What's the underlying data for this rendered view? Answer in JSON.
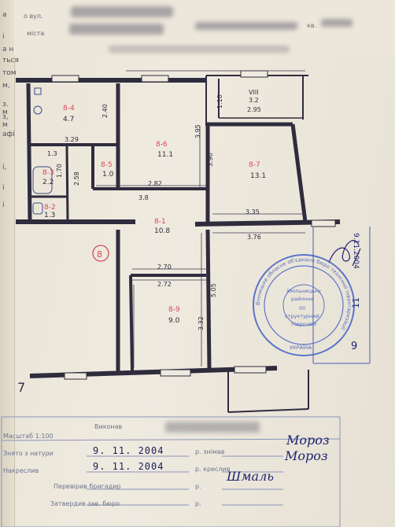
{
  "document": {
    "side_chars": [
      "а",
      "і",
      "а н",
      "ться",
      "том",
      "м,",
      "з. м",
      "з, м",
      "афі",
      "і,",
      "і",
      "і"
    ],
    "header": {
      "line1_prefix": "о вул.",
      "line2_prefix": "міста",
      "apt_prefix": "кв."
    }
  },
  "plan": {
    "rooms": [
      {
        "id": "8-4",
        "area": "4.7"
      },
      {
        "id": "8-6",
        "area": "11.1"
      },
      {
        "id": "8-7",
        "area": "13.1"
      },
      {
        "id": "8-3",
        "area": "2.2"
      },
      {
        "id": "8-5",
        "area": "1.0"
      },
      {
        "id": "8-2",
        "area": "1.3"
      },
      {
        "id": "8-1",
        "area": "10.8"
      },
      {
        "id": "8-9",
        "area": "9.0"
      },
      {
        "id": "VIII",
        "area": "3.2"
      }
    ],
    "dimensions": [
      {
        "text": "2.40"
      },
      {
        "text": "3.29"
      },
      {
        "text": "3.95"
      },
      {
        "text": "3.90"
      },
      {
        "text": "1.3"
      },
      {
        "text": "1.70"
      },
      {
        "text": "2.58"
      },
      {
        "text": "2.82"
      },
      {
        "text": "3.8"
      },
      {
        "text": "3.35"
      },
      {
        "text": "3.76"
      },
      {
        "text": "2.70"
      },
      {
        "text": "2.72"
      },
      {
        "text": "5.05"
      },
      {
        "text": "3.32"
      },
      {
        "text": "1.10"
      },
      {
        "text": "2.95"
      }
    ],
    "circle_label": "8",
    "bottom_mark": "7"
  },
  "stamp": {
    "ring_text": "Вінницьке обласне об'єднане бюро технічної інвентаризації",
    "inner_text": [
      "Хмільницьке",
      "районне",
      "структурний",
      "підрозділ"
    ],
    "country": "УКРАЇНА",
    "number": "00"
  },
  "signature_block": {
    "date_label": "9.11.2004",
    "mark_9": "9",
    "mark_11": "11"
  },
  "form": {
    "scale": "Масштаб 1:100",
    "rows": [
      {
        "label": "Знято з натури",
        "date": "9. 11. 2004",
        "right_label": "р. знімав",
        "sign": "Мороз"
      },
      {
        "label": "Накреслив",
        "date": "9. 11. 2004",
        "right_label": "р. креслив",
        "sign": "Мороз"
      },
      {
        "label": "Перевірив бригадир",
        "date": "",
        "right_label": "р.",
        "sign": "Шмаль"
      },
      {
        "label": "Затвердив зав. бюро",
        "date": "",
        "right_label": "р.",
        "sign": ""
      }
    ],
    "vykonav": "Виконав"
  }
}
